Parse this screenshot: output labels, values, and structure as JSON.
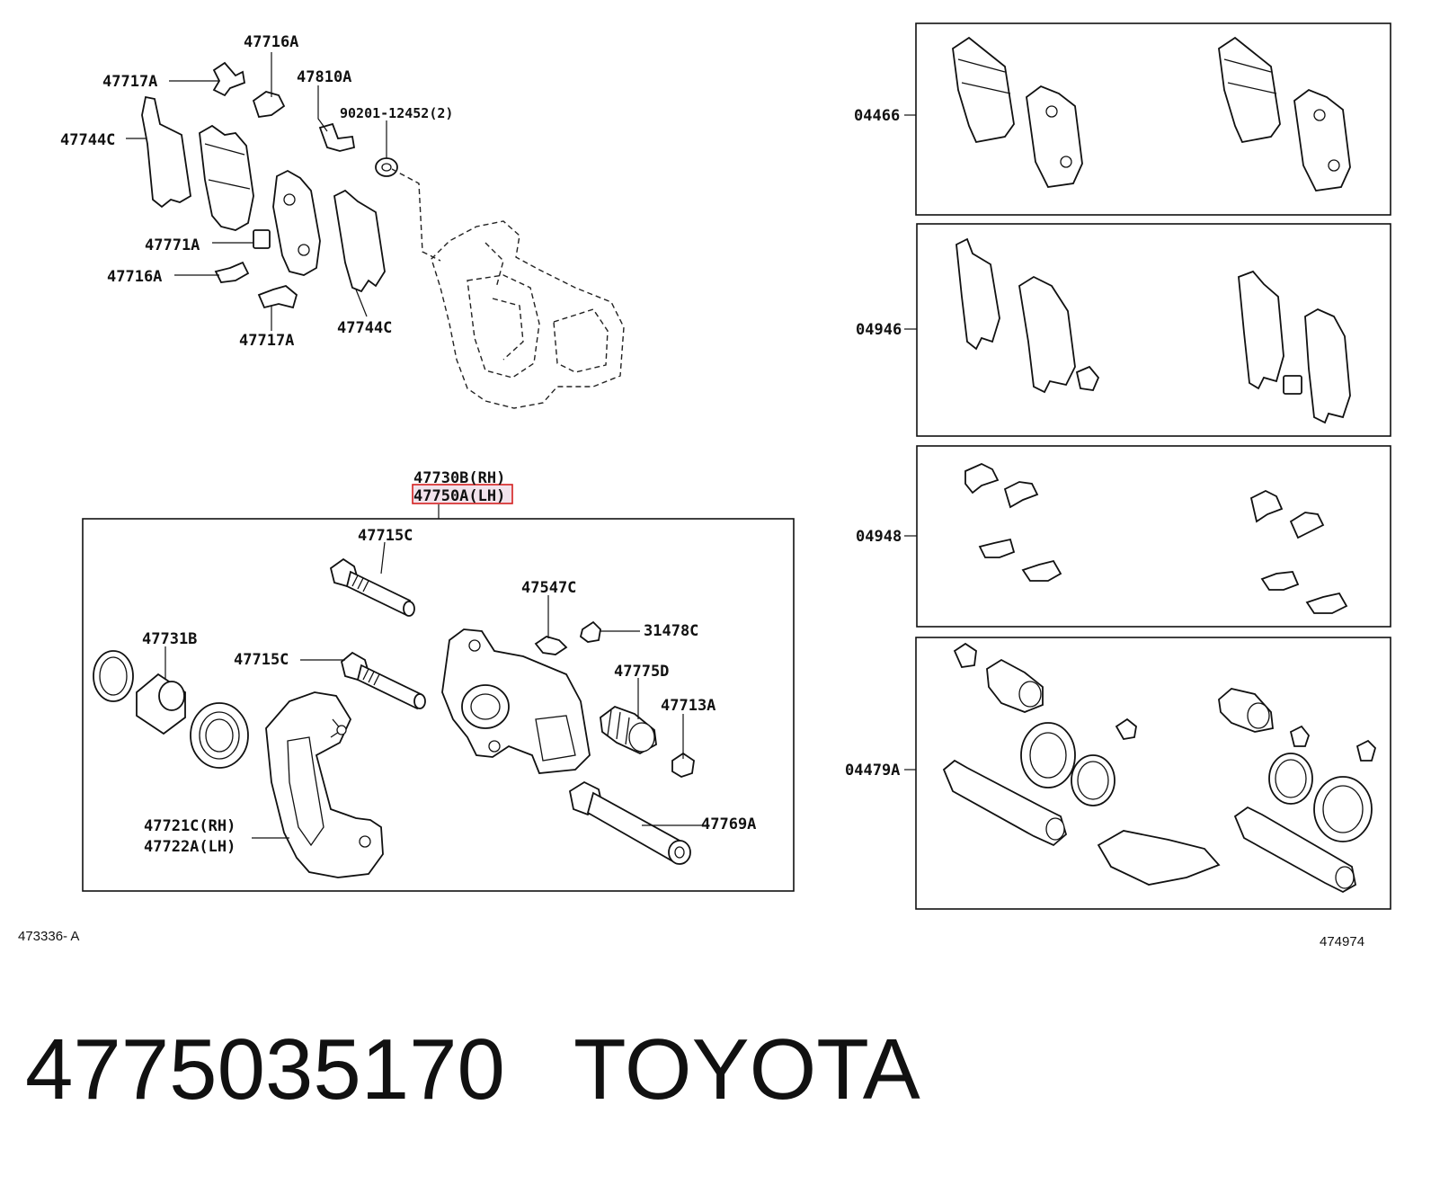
{
  "main_diagram": {
    "callouts": {
      "p47716A_top": "47716A",
      "p47717A_top": "47717A",
      "p47810A": "47810A",
      "p90201": "90201-12452(2)",
      "p47744C_left": "47744C",
      "p47771A": "47771A",
      "p47716A_bottom": "47716A",
      "p47717A_bottom": "47717A",
      "p47744C_right": "47744C",
      "p47730B": "47730B(RH)",
      "p47750A": "47750A(LH)",
      "p47715C_top": "47715C",
      "p47547C": "47547C",
      "p31478C": "31478C",
      "p47731B": "47731B",
      "p47715C_mid": "47715C",
      "p47775D": "47775D",
      "p47713A": "47713A",
      "p47769A": "47769A",
      "p47721C": "47721C(RH)",
      "p47722A": "47722A(LH)"
    },
    "highlight_color": "#d42020",
    "ref_code": "473336- A"
  },
  "kits": {
    "k04466": "04466",
    "k04946": "04946",
    "k04948": "04948",
    "k04479A": "04479A",
    "ref_code": "474974"
  },
  "caption": {
    "part_number": "4775035170",
    "brand": "TOYOTA"
  }
}
